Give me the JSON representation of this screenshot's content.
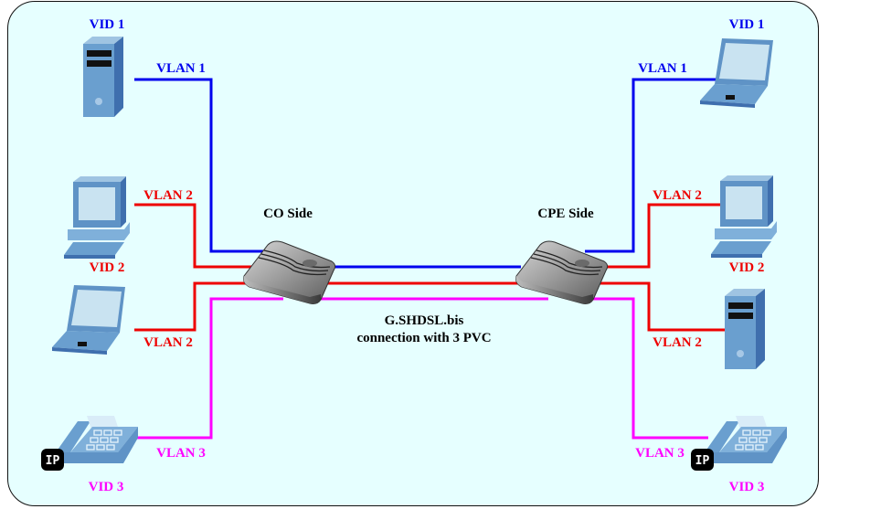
{
  "colors": {
    "panel_background": "#e6ffff",
    "vlan1": "#0000ee",
    "vlan2": "#ee0000",
    "vlan3": "#ff00ff",
    "heading": "#000000",
    "device_blue": "#6a9fcf",
    "router_gray": "#8c8c8c"
  },
  "co_side": {
    "title": "CO Side",
    "devices": [
      {
        "kind": "tower-server",
        "vid_label": "VID 1",
        "vlan_label": "VLAN 1",
        "vlan": 1
      },
      {
        "kind": "desktop-computer",
        "vid_label": "VID 2",
        "vlan_label": "VLAN 2",
        "vlan": 2
      },
      {
        "kind": "laptop",
        "vid_label": "",
        "vlan_label": "VLAN 2",
        "vlan": 2
      },
      {
        "kind": "ip-phone",
        "vid_label": "VID 3",
        "vlan_label": "VLAN 3",
        "vlan": 3,
        "badge": "IP"
      }
    ]
  },
  "cpe_side": {
    "title": "CPE Side",
    "devices": [
      {
        "kind": "laptop",
        "vid_label": "VID 1",
        "vlan_label": "VLAN 1",
        "vlan": 1
      },
      {
        "kind": "desktop-computer",
        "vid_label": "VID 2",
        "vlan_label": "VLAN 2",
        "vlan": 2
      },
      {
        "kind": "tower-server",
        "vid_label": "",
        "vlan_label": "VLAN 2",
        "vlan": 2
      },
      {
        "kind": "ip-phone",
        "vid_label": "VID 3",
        "vlan_label": "VLAN 3",
        "vlan": 3,
        "badge": "IP"
      }
    ]
  },
  "link": {
    "line1": "G.SHDSL.bis",
    "line2": "connection with 3 PVC"
  }
}
